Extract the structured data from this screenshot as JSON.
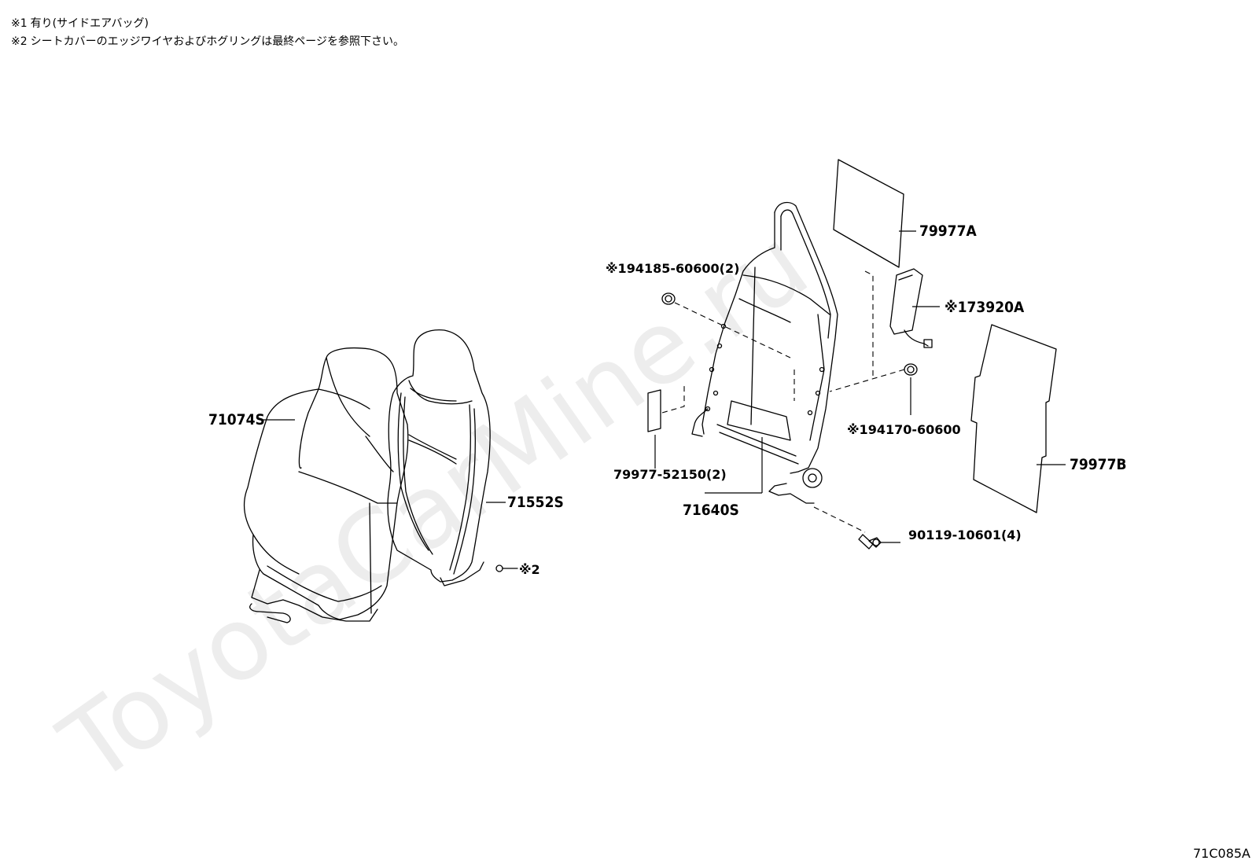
{
  "notes": [
    {
      "mark": "※1",
      "text": "有り(サイドエアバッグ)"
    },
    {
      "mark": "※2",
      "text": "シートカバーのエッジワイヤおよびホグリングは最終ページを参照下さい。"
    }
  ],
  "watermark": "ToyotaCarMine.ru",
  "parts": {
    "cover_assy": "71074S",
    "pad": "71552S",
    "hog_ring_ref": "※2",
    "frame": "71640S",
    "frame_label": "79977-52150(2)",
    "clip_upper": "※194185-60600(2)",
    "clip_lower": "※194170-60600",
    "airbag": "※173920A",
    "board_upper": "79977A",
    "board_back": "79977B",
    "bolt": "90119-10601(4)"
  },
  "figure_code": "71C085A",
  "colors": {
    "line": "#000000",
    "watermark": "#ededed",
    "background": "#ffffff"
  }
}
